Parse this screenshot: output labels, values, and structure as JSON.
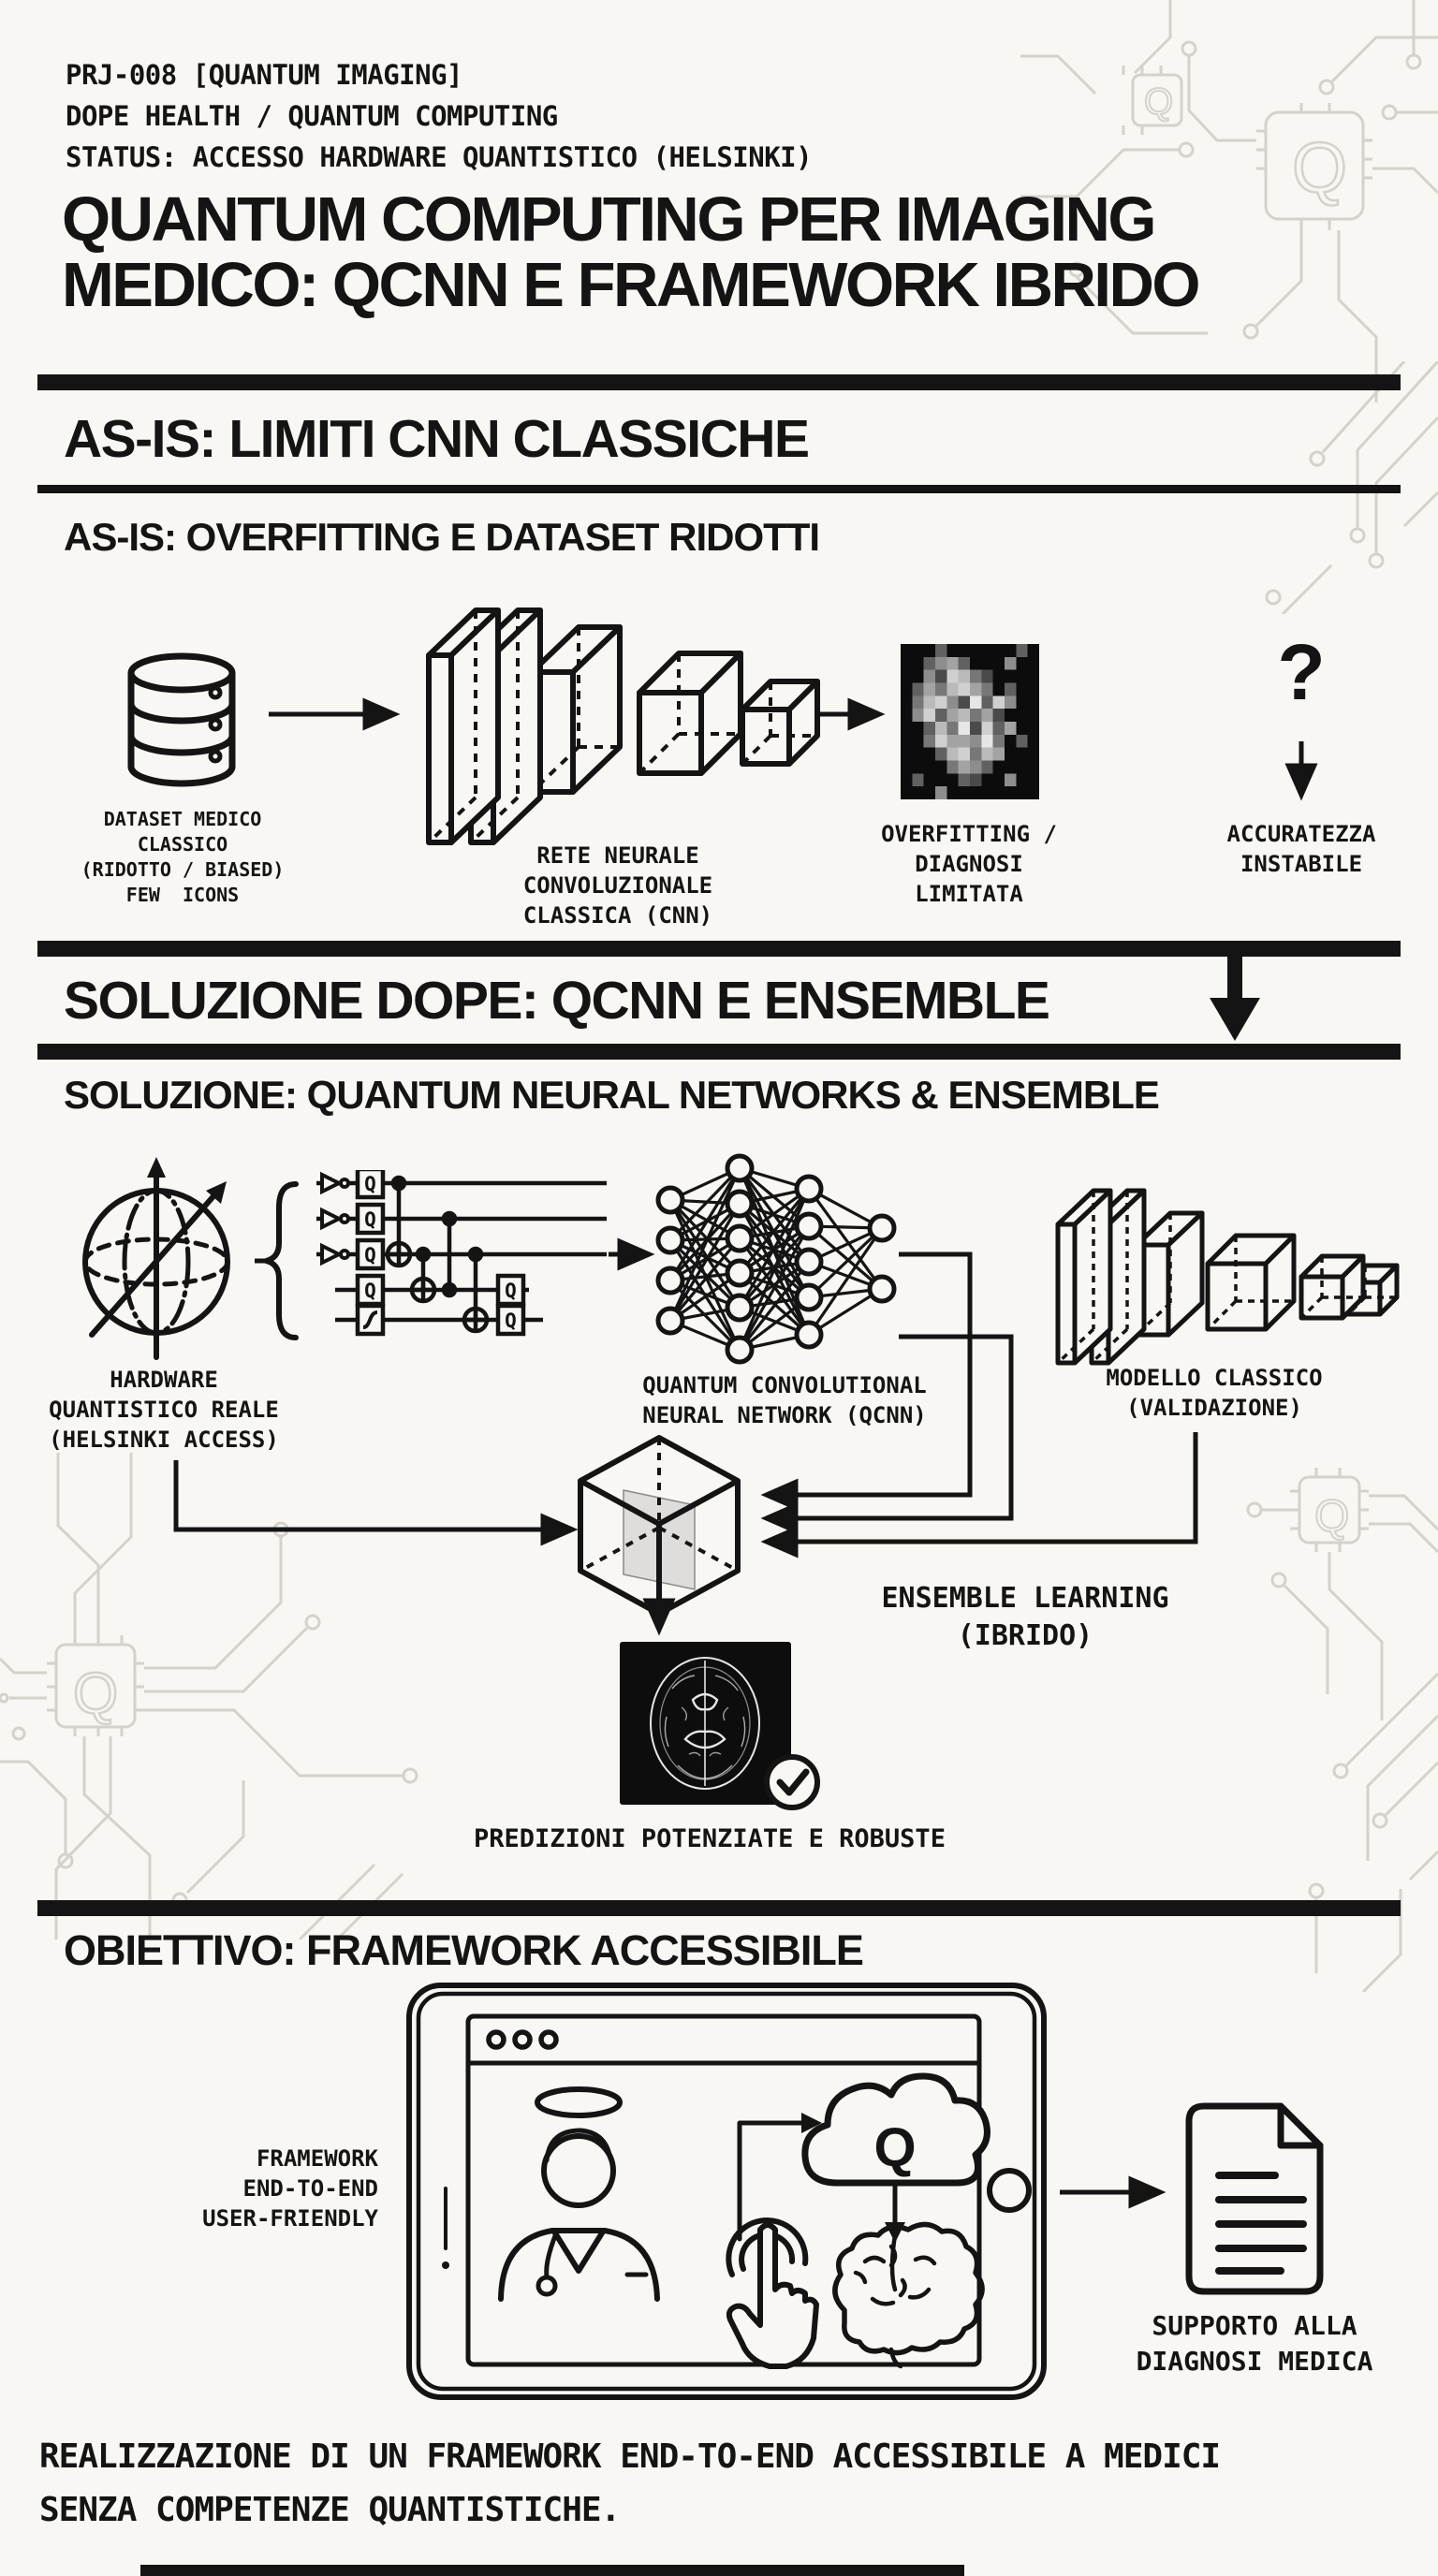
{
  "header": {
    "project": "PRJ-008 [QUANTUM IMAGING]",
    "org": "DOPE HEALTH / QUANTUM COMPUTING",
    "status": "STATUS: ACCESSO HARDWARE QUANTISTICO (HELSINKI)",
    "title": "QUANTUM COMPUTING PER IMAGING\nMEDICO: QCNN E FRAMEWORK IBRIDO"
  },
  "as_is": {
    "heading": "AS-IS: LIMITI CNN CLASSICHE",
    "subheading": "AS-IS: OVERFITTING E DATASET RIDOTTI",
    "dataset_label": "DATASET MEDICO\nCLASSICO\n(RIDOTTO / BIASED)\nFEW  ICONS",
    "cnn_label": "RETE NEURALE\nCONVOLUZIONALE\nCLASSICA (CNN)",
    "overfitting_label": "OVERFITTING /\nDIAGNOSI\nLIMITATA",
    "question_mark": "?",
    "accuracy_label": "ACCURATEZZA\nINSTABILE",
    "noise_matrix": [
      "000300000030",
      "003563000500",
      "005287420000",
      "036478640300",
      "047852938500",
      "058367462000",
      "003749283600",
      "004866594030",
      "000378476000",
      "000046530000",
      "030003200500",
      "000500000000"
    ]
  },
  "solution": {
    "heading": "SOLUZIONE DOPE: QCNN E ENSEMBLE",
    "subheading": "SOLUZIONE: QUANTUM NEURAL NETWORKS & ENSEMBLE",
    "hardware_label": "HARDWARE\nQUANTISTICO REALE\n(HELSINKI ACCESS)",
    "gate_label": "Q",
    "qcnn_label": "QUANTUM CONVOLUTIONAL\nNEURAL NETWORK (QCNN)",
    "classic_label": "MODELLO CLASSICO\n(VALIDAZIONE)",
    "ensemble_label": "ENSEMBLE LEARNING\n(IBRIDO)",
    "predictions_label": "PREDIZIONI POTENZIATE E ROBUSTE"
  },
  "objective": {
    "heading": "OBIETTIVO: FRAMEWORK ACCESSIBILE",
    "framework_label": "FRAMEWORK\nEND-TO-END\nUSER-FRIENDLY",
    "cloud_label": "Q",
    "support_label": "SUPPORTO ALLA\nDIAGNOSI MEDICA",
    "outcome": "REALIZZAZIONE DI UN FRAMEWORK END-TO-END ACCESSIBILE A MEDICI\nSENZA COMPETENZE QUANTISTICHE."
  },
  "decor": {
    "chip_label": "Q"
  },
  "colors": {
    "ink": "#141414",
    "paper": "#f8f7f3",
    "decor": "#d5d2cb"
  }
}
